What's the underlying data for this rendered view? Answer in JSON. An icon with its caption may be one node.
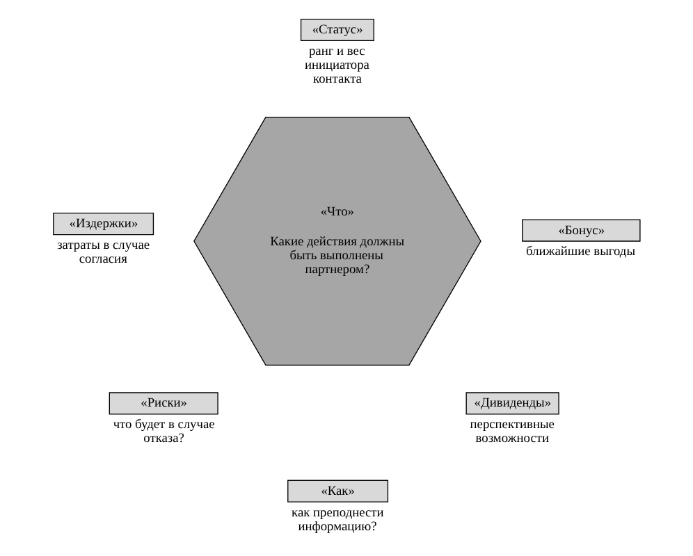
{
  "diagram": {
    "nodes": [
      {
        "text": [
          "«Статус»"
        ],
        "beside": [
          "ранг  и вес инициатора контакта"
        ]
      },
      {
        "text": [
          "«Издержки»"
        ],
        "beside": [
          "затраты в случае согласия"
        ]
      },
      {
        "text": [
          "«Что»",
          "Какие действия должны быть выполнены партнером?"
        ]
      },
      {
        "text": [
          "«Бонус»"
        ],
        "beside": [
          "ближайшие выгоды"
        ]
      },
      {
        "text": [
          "«Риски»"
        ],
        "beside": [
          "что будет в случае отказа?"
        ]
      },
      {
        "text": [
          "«Дивиденды»"
        ],
        "beside": [
          "перспективные возможности"
        ]
      },
      {
        "text": [
          "«Как»"
        ],
        "beside": [
          "как преподнести информацию?"
        ]
      }
    ],
    "edges": []
  }
}
